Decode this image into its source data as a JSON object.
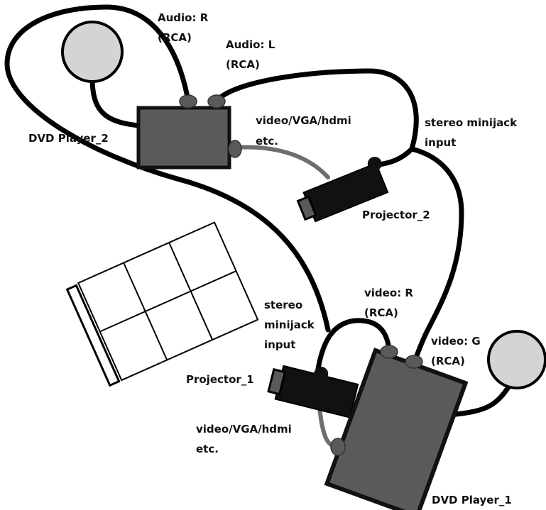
{
  "labels": {
    "audio_r": [
      "Audio: R",
      "(RCA)"
    ],
    "audio_l": [
      "Audio: L",
      "(RCA)"
    ],
    "dvd_player_2": "DVD Player_2",
    "video_vga_top": [
      "video/VGA/hdmi",
      "etc."
    ],
    "stereo_minijack_top": [
      "stereo minijack",
      "input"
    ],
    "projector_2": "Projector_2",
    "stereo_minijack_bottom": [
      "stereo",
      "minijack",
      "input"
    ],
    "video_r": [
      "video: R",
      "(RCA)"
    ],
    "video_g": [
      "video: G",
      "(RCA)"
    ],
    "projector_1": "Projector_1",
    "video_vga_bottom": [
      "video/VGA/hdmi",
      "etc."
    ],
    "dvd_player_1": "DVD Player_1"
  },
  "colors": {
    "cable": "#000000",
    "video_cable": "#6e6e6e",
    "dvd_box": "#5a5a5a",
    "speaker": "#d4d4d4",
    "projector": "#111111",
    "screen": "#ffffff"
  }
}
